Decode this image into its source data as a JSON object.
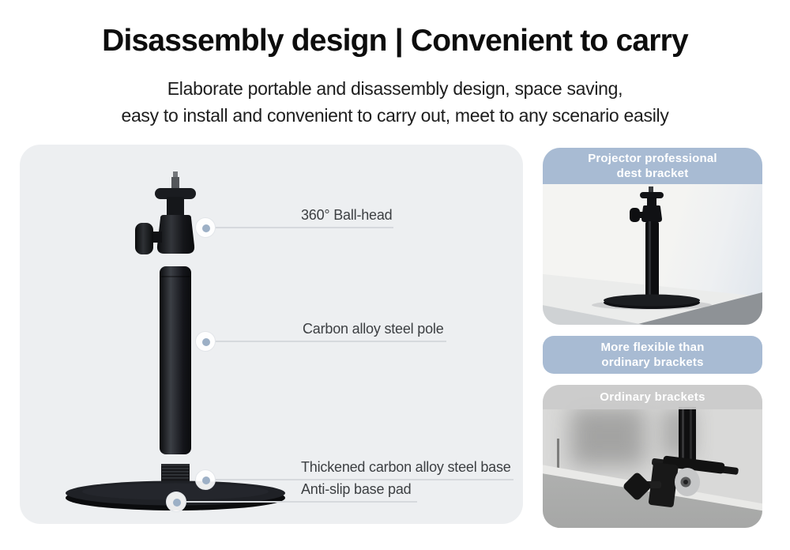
{
  "header": {
    "title": "Disassembly design | Convenient to carry",
    "subtitle_line1": "Elaborate portable and disassembly design, space saving,",
    "subtitle_line2": "easy to install and convenient to carry out, meet to any scenario easily"
  },
  "diagram": {
    "callouts": [
      {
        "label": "360° Ball-head"
      },
      {
        "label": "Carbon alloy steel pole"
      },
      {
        "label": "Thickened carbon alloy steel base"
      },
      {
        "label": "Anti-slip base pad"
      }
    ]
  },
  "right_column": {
    "top_card": {
      "banner_line1": "Projector professional",
      "banner_line2": "dest bracket"
    },
    "pill": {
      "line1": "More flexible than",
      "line2": "ordinary brackets"
    },
    "bottom_card": {
      "banner": "Ordinary brackets"
    }
  },
  "colors": {
    "banner_blue": "#a8bbd3",
    "panel_gray": "#edeff1",
    "product_black": "#17191c",
    "ordinary_banner_gray": "#cbcbcb"
  }
}
